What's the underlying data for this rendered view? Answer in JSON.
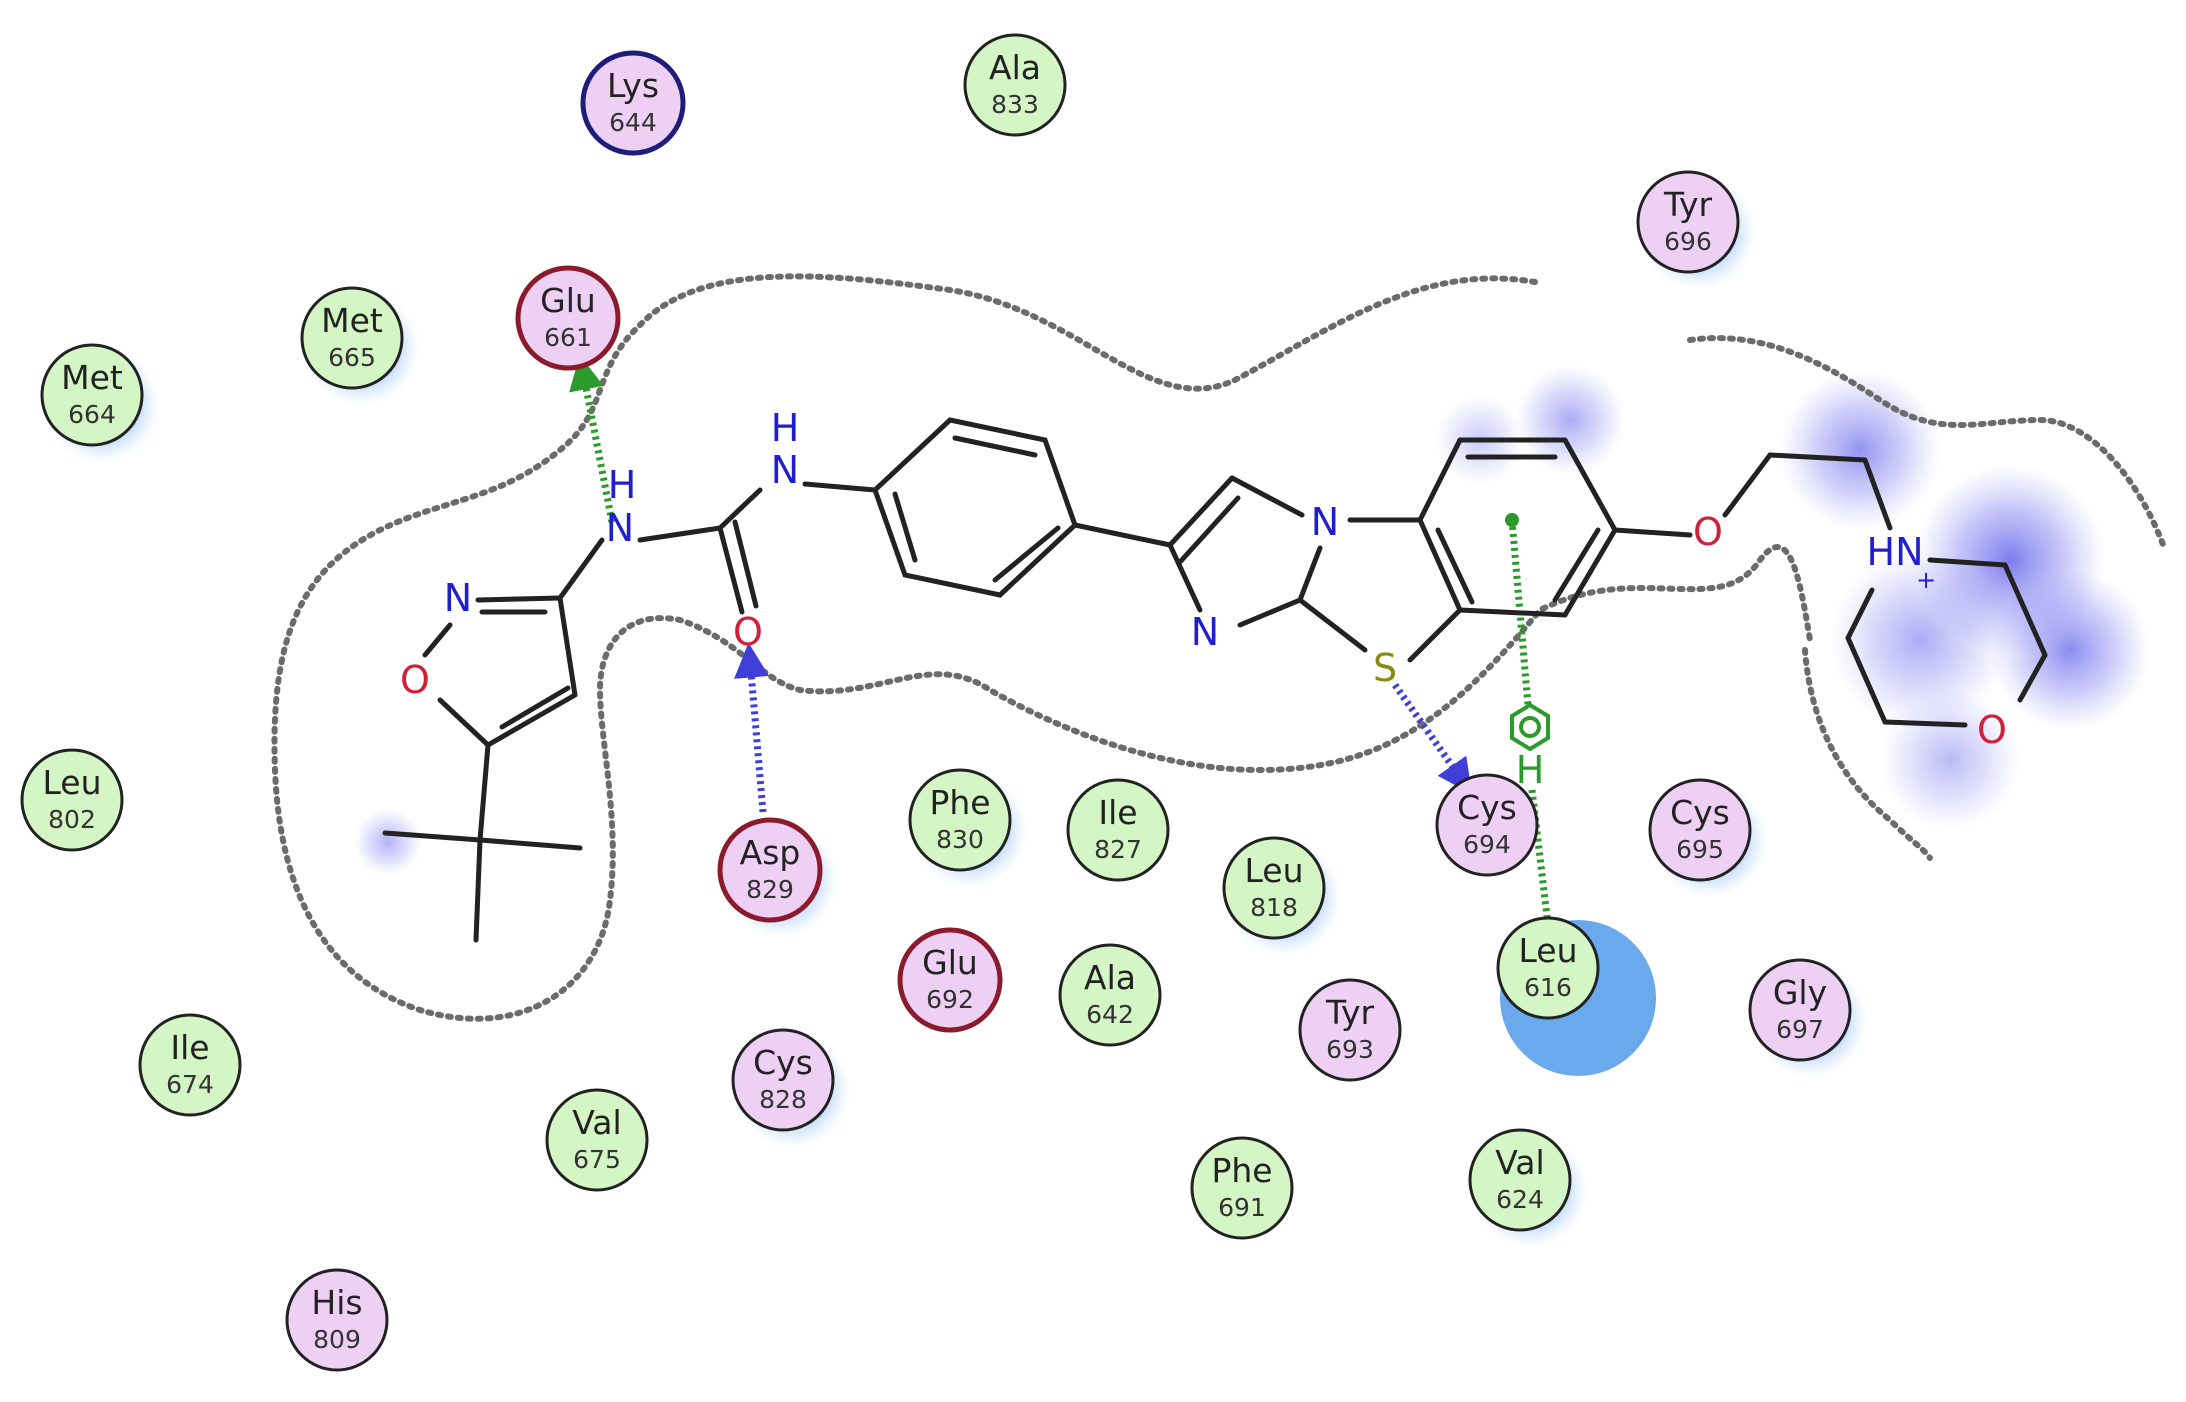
{
  "colors": {
    "hydrophobic_fill": "#d4f5c4",
    "polar_fill": "#efd0f5",
    "stroke_default": "#222222",
    "stroke_acidic": "#8b1a2c",
    "stroke_basic": "#1e1e7a",
    "halo": "#9fc6f4",
    "solvent_blob": "#5555ee",
    "hbond_sidechain": "#2a9a2a",
    "hbond_backbone": "#3f3fd8",
    "contour": "#6b6b6b",
    "nitrogen": "#1f1fd0",
    "oxygen": "#d0203a",
    "sulfur": "#8a8a10",
    "bond": "#222222"
  },
  "residues": [
    {
      "name": "Lys",
      "number": "644",
      "type": "polar",
      "ring": "basic"
    },
    {
      "name": "Ala",
      "number": "833",
      "type": "hydrophobic",
      "ring": "default"
    },
    {
      "name": "Tyr",
      "number": "696",
      "type": "polar",
      "ring": "default"
    },
    {
      "name": "Met",
      "number": "665",
      "type": "hydrophobic",
      "ring": "default"
    },
    {
      "name": "Glu",
      "number": "661",
      "type": "polar",
      "ring": "acidic"
    },
    {
      "name": "Met",
      "number": "664",
      "type": "hydrophobic",
      "ring": "default"
    },
    {
      "name": "Leu",
      "number": "802",
      "type": "hydrophobic",
      "ring": "default"
    },
    {
      "name": "Asp",
      "number": "829",
      "type": "polar",
      "ring": "acidic"
    },
    {
      "name": "Phe",
      "number": "830",
      "type": "hydrophobic",
      "ring": "default"
    },
    {
      "name": "Ile",
      "number": "827",
      "type": "hydrophobic",
      "ring": "default"
    },
    {
      "name": "Leu",
      "number": "818",
      "type": "hydrophobic",
      "ring": "default"
    },
    {
      "name": "Cys",
      "number": "694",
      "type": "polar",
      "ring": "default"
    },
    {
      "name": "Cys",
      "number": "695",
      "type": "polar",
      "ring": "default"
    },
    {
      "name": "Glu",
      "number": "692",
      "type": "polar",
      "ring": "acidic"
    },
    {
      "name": "Ala",
      "number": "642",
      "type": "hydrophobic",
      "ring": "default"
    },
    {
      "name": "Tyr",
      "number": "693",
      "type": "polar",
      "ring": "default"
    },
    {
      "name": "Leu",
      "number": "616",
      "type": "hydrophobic",
      "ring": "default"
    },
    {
      "name": "Gly",
      "number": "697",
      "type": "polar",
      "ring": "default"
    },
    {
      "name": "Ile",
      "number": "674",
      "type": "hydrophobic",
      "ring": "default"
    },
    {
      "name": "Cys",
      "number": "828",
      "type": "polar",
      "ring": "default"
    },
    {
      "name": "Val",
      "number": "675",
      "type": "hydrophobic",
      "ring": "default"
    },
    {
      "name": "Phe",
      "number": "691",
      "type": "hydrophobic",
      "ring": "default"
    },
    {
      "name": "Val",
      "number": "624",
      "type": "hydrophobic",
      "ring": "default"
    },
    {
      "name": "His",
      "number": "809",
      "type": "polar",
      "ring": "default"
    }
  ],
  "atoms": {
    "h_top": "H",
    "n_urea": "N",
    "h_urea": "H",
    "n_isoxazole": "N",
    "o_isoxazole": "O",
    "o_carbonyl": "O",
    "n_bridge": "N",
    "n_imidazole": "N",
    "s_thiazole": "S",
    "o_ether": "O",
    "hn_morpholine": "HN",
    "plus_charge": "+",
    "o_morpholine": "O",
    "h_pi": "H"
  },
  "interactions": [
    {
      "kind": "sidechain-hbond",
      "from": "ligand-NH",
      "to": "Glu 661"
    },
    {
      "kind": "backbone-hbond",
      "from": "Asp 829",
      "to": "ligand-O"
    },
    {
      "kind": "backbone-hbond",
      "from": "ligand-S",
      "to": "Cys 694"
    },
    {
      "kind": "pi-H",
      "from": "benzothiazole-ring",
      "to": "Leu 616"
    }
  ],
  "icons": {
    "pi_interaction": "arene-ring-icon"
  }
}
